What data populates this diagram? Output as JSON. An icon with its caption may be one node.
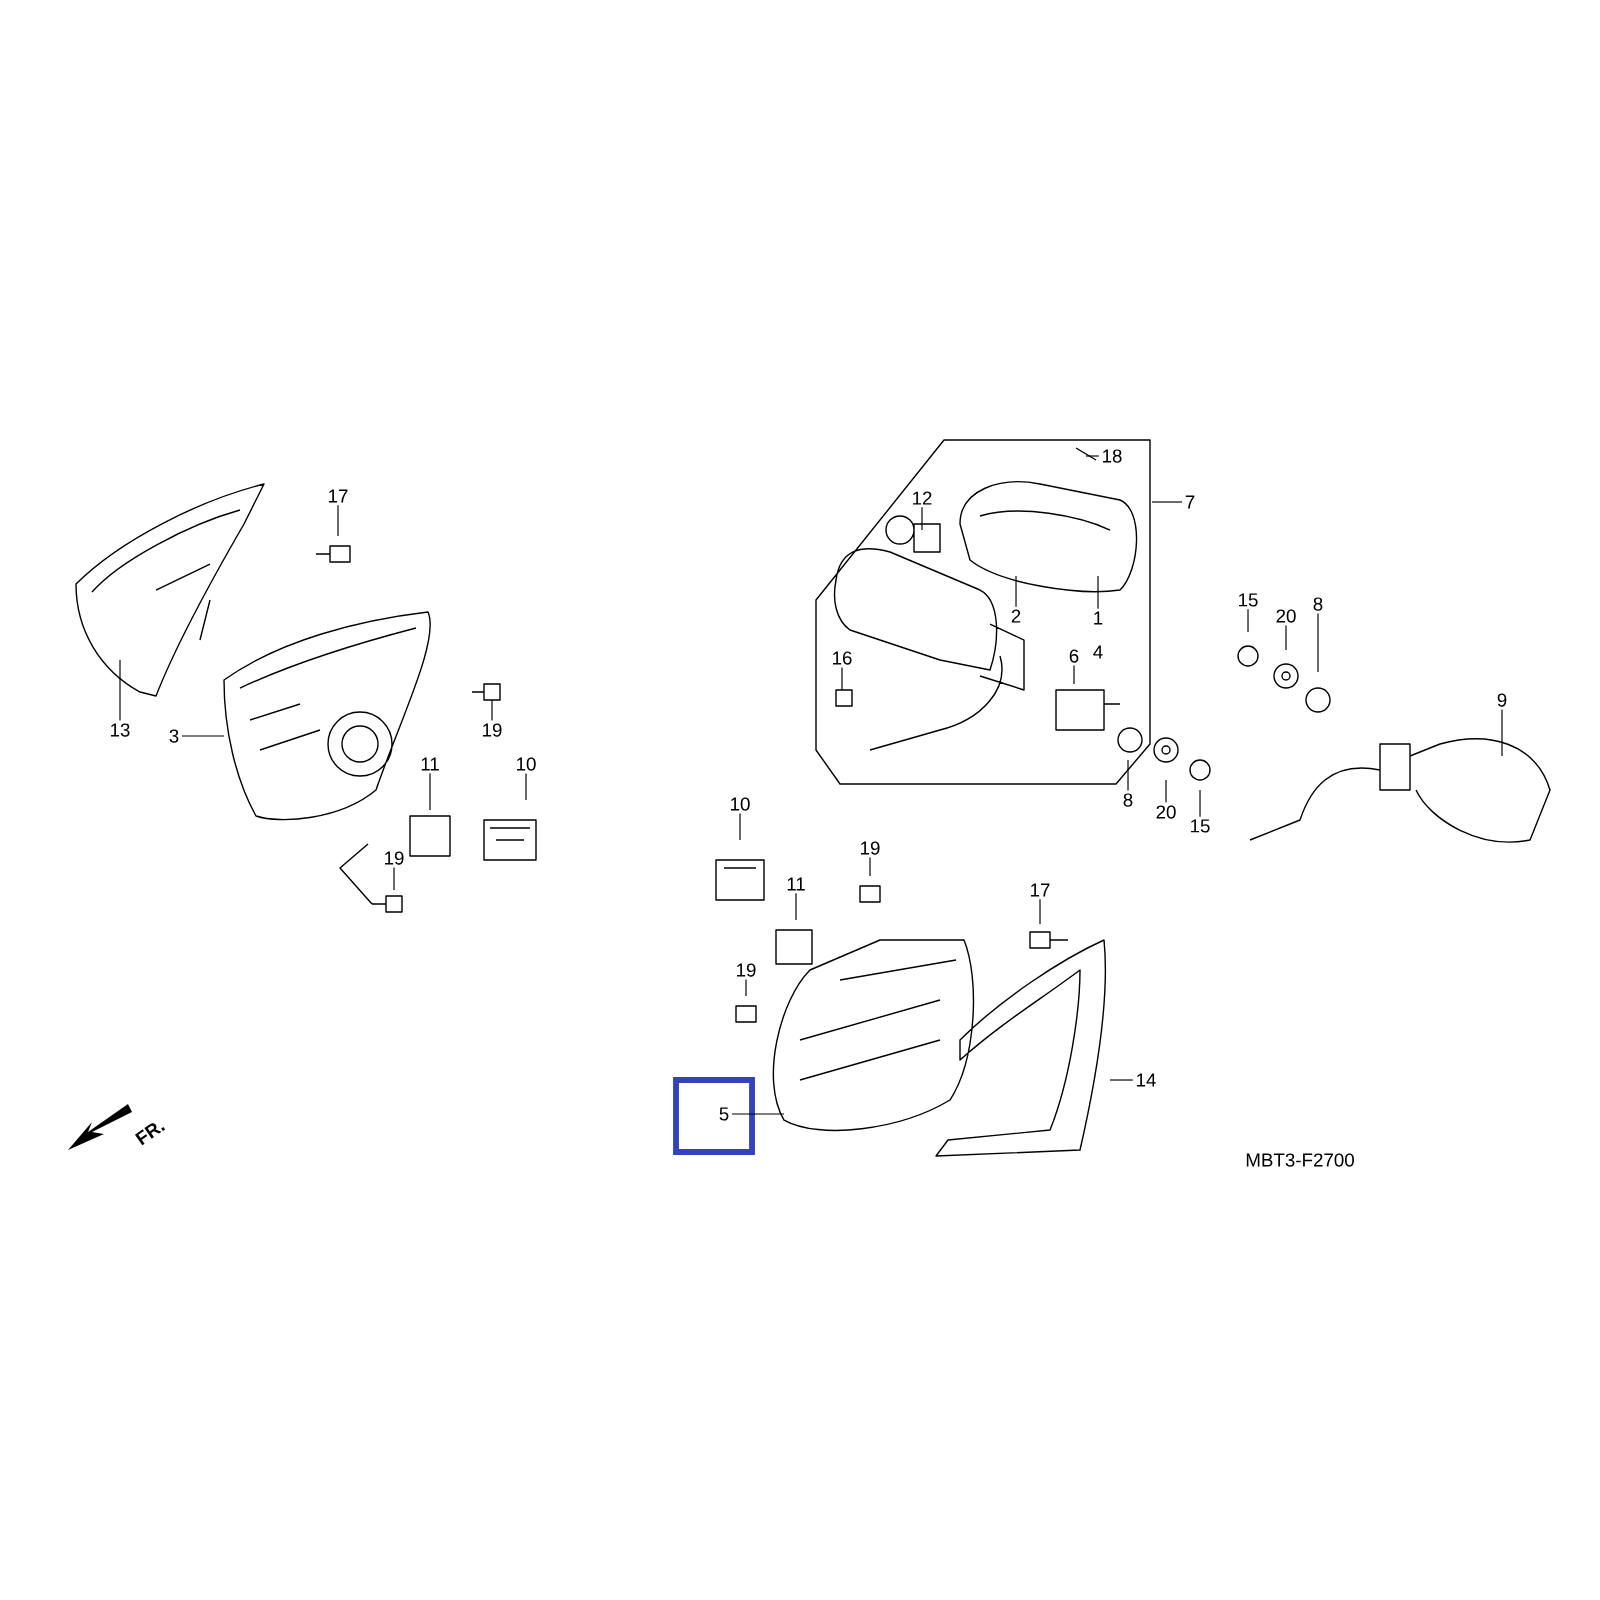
{
  "diagram": {
    "nodes": [
      {
        "text": [
          "17"
        ]
      },
      {
        "text": [
          "13"
        ]
      },
      {
        "text": [
          "3"
        ]
      },
      {
        "text": [
          "19"
        ]
      },
      {
        "text": [
          "11"
        ]
      },
      {
        "text": [
          "10"
        ]
      },
      {
        "text": [
          "19"
        ]
      },
      {
        "text": [
          "12"
        ]
      },
      {
        "text": [
          "18"
        ]
      },
      {
        "text": [
          "7"
        ]
      },
      {
        "text": [
          "2"
        ]
      },
      {
        "text": [
          "1"
        ]
      },
      {
        "text": [
          "6"
        ]
      },
      {
        "text": [
          "16"
        ]
      },
      {
        "text": [
          "15"
        ]
      },
      {
        "text": [
          "20"
        ]
      },
      {
        "text": [
          "8"
        ]
      },
      {
        "text": [
          "9"
        ]
      },
      {
        "text": [
          "8"
        ]
      },
      {
        "text": [
          "20"
        ]
      },
      {
        "text": [
          "15"
        ]
      },
      {
        "text": [
          "10"
        ]
      },
      {
        "text": [
          "19"
        ]
      },
      {
        "text": [
          "11"
        ]
      },
      {
        "text": [
          "17"
        ]
      },
      {
        "text": [
          "19"
        ]
      },
      {
        "text": [
          "5"
        ]
      },
      {
        "text": [
          "14"
        ]
      }
    ],
    "edges": [
      {
        "from": 0,
        "to": null,
        "arrow": "none"
      },
      {
        "from": 1,
        "to": null,
        "arrow": "none"
      },
      {
        "from": 2,
        "to": null,
        "arrow": "none"
      },
      {
        "from": 3,
        "to": null,
        "arrow": "none"
      },
      {
        "from": 4,
        "to": null,
        "arrow": "none"
      },
      {
        "from": 5,
        "to": null,
        "arrow": "none"
      },
      {
        "from": 6,
        "to": null,
        "arrow": "none"
      },
      {
        "from": 7,
        "to": null,
        "arrow": "none"
      },
      {
        "from": 8,
        "to": null,
        "arrow": "none"
      },
      {
        "from": 9,
        "to": null,
        "arrow": "none"
      },
      {
        "from": 10,
        "to": null,
        "arrow": "none"
      },
      {
        "from": 11,
        "to": null,
        "arrow": "none"
      },
      {
        "from": 12,
        "to": null,
        "arrow": "none"
      },
      {
        "from": 13,
        "to": null,
        "arrow": "none"
      },
      {
        "from": 14,
        "to": null,
        "arrow": "none"
      },
      {
        "from": 15,
        "to": null,
        "arrow": "none"
      },
      {
        "from": 16,
        "to": null,
        "arrow": "none"
      },
      {
        "from": 17,
        "to": null,
        "arrow": "none"
      },
      {
        "from": 18,
        "to": null,
        "arrow": "none"
      },
      {
        "from": 19,
        "to": null,
        "arrow": "none"
      },
      {
        "from": 20,
        "to": null,
        "arrow": "none"
      },
      {
        "from": 21,
        "to": null,
        "arrow": "none"
      },
      {
        "from": 22,
        "to": null,
        "arrow": "none"
      },
      {
        "from": 23,
        "to": null,
        "arrow": "none"
      },
      {
        "from": 24,
        "to": null,
        "arrow": "none"
      },
      {
        "from": 25,
        "to": null,
        "arrow": "none"
      },
      {
        "from": 26,
        "to": null,
        "arrow": "none"
      },
      {
        "from": 27,
        "to": null,
        "arrow": "none"
      }
    ],
    "labels": [
      "4",
      "FR.",
      "MBT3-F2700"
    ]
  }
}
